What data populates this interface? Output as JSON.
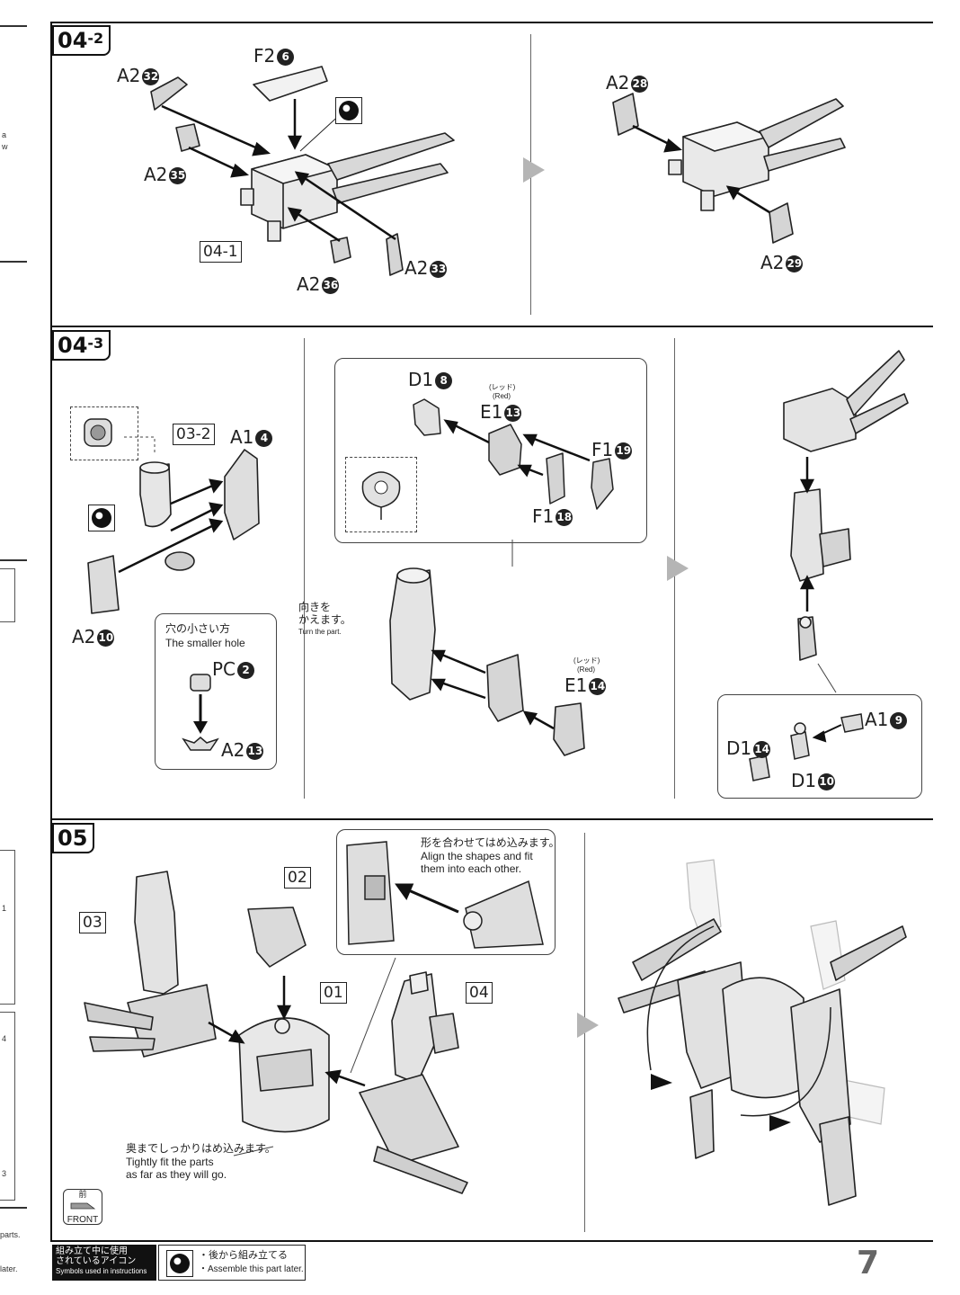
{
  "steps": {
    "s042": {
      "label_main": "04",
      "label_sub": "-2",
      "parts": {
        "f2_6": "F2",
        "f2_6_num": "6",
        "a2_32": "A2",
        "a2_32_num": "32",
        "a2_35": "A2",
        "a2_35_num": "35",
        "a2_33": "A2",
        "a2_33_num": "33",
        "a2_36": "A2",
        "a2_36_num": "36",
        "a2_28": "A2",
        "a2_28_num": "28",
        "a2_29": "A2",
        "a2_29_num": "29"
      },
      "ref_box": "04-1"
    },
    "s043": {
      "label_main": "04",
      "label_sub": "-3",
      "parts": {
        "ref_032": "03-2",
        "a1_4": "A1",
        "a1_4_num": "4",
        "a2_10": "A2",
        "a2_10_num": "10",
        "pc_2": "PC",
        "pc_2_num": "2",
        "a2_13": "A2",
        "a2_13_num": "13",
        "d1_8": "D1",
        "d1_8_num": "8",
        "e1_13": "E1",
        "e1_13_num": "13",
        "f1_19": "F1",
        "f1_19_num": "19",
        "f1_18": "F1",
        "f1_18_num": "18",
        "e1_14": "E1",
        "e1_14_num": "14",
        "a1_9": "A1",
        "a1_9_num": "9",
        "d1_14": "D1",
        "d1_14_num": "14",
        "d1_10": "D1",
        "d1_10_num": "10"
      },
      "red_jp": "(レッド)",
      "red_en": "(Red)",
      "smaller_hole_jp": "穴の小さい方",
      "smaller_hole_en": "The smaller hole",
      "turn_jp_1": "向きを",
      "turn_jp_2": "かえます。",
      "turn_en": "Turn the part."
    },
    "s05": {
      "label_main": "05",
      "refs": {
        "r03": "03",
        "r02": "02",
        "r01": "01",
        "r04": "04"
      },
      "align_jp": "形を合わせてはめ込みます。",
      "align_en_1": "Align the shapes and fit",
      "align_en_2": "them into each other.",
      "tight_jp": "奥までしっかりはめ込みます。",
      "tight_en_1": "Tightly fit the parts",
      "tight_en_2": "as far as they will go.",
      "front_jp": "前",
      "front_en": "FRONT"
    }
  },
  "left_strip": {
    "frag_a": "a",
    "frag_w": "w",
    "frag_1": "1",
    "frag_4": "4",
    "frag_3": "3",
    "frag_parts": "parts.",
    "frag_later": "later."
  },
  "footer": {
    "symbols_jp_1": "組み立て中に使用",
    "symbols_jp_2": "されているアイコン",
    "symbols_en": "Symbols used in instructions",
    "assemble_jp": "・後から組み立てる",
    "assemble_en": "・Assemble this part later."
  },
  "page_number": "7"
}
